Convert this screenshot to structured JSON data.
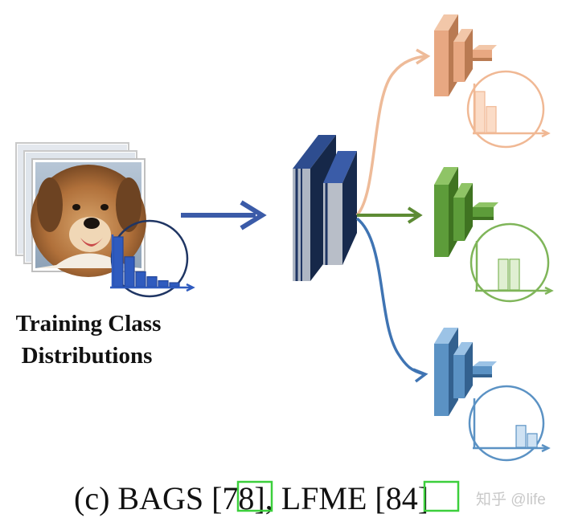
{
  "input": {
    "label_line1": "Training Class",
    "label_line2": "Distributions"
  },
  "caption": {
    "prefix": "(c) BAGS [",
    "ref1": "78",
    "middle": "], LFME [",
    "ref2": "84",
    "suffix": "]"
  },
  "watermark": "知乎 @life",
  "colors": {
    "input_hist": "#2f5bbf",
    "backbone": "#1f3563",
    "expert_orange": "#e8a882",
    "expert_green": "#5d9c3a",
    "expert_blue": "#5b92c4",
    "arrow": "#3b5ba8",
    "citation_box": "#3ccf3c"
  },
  "experts": [
    {
      "name": "expert-orange",
      "distribution": "head",
      "bars": [
        0.6,
        0.38,
        0,
        0
      ]
    },
    {
      "name": "expert-green",
      "distribution": "middle",
      "bars": [
        0,
        0.45,
        0.45,
        0
      ]
    },
    {
      "name": "expert-blue",
      "distribution": "tail",
      "bars": [
        0,
        0,
        0.32,
        0.2
      ]
    }
  ],
  "input_hist": [
    1.0,
    0.6,
    0.3,
    0.2,
    0.12,
    0.08
  ]
}
